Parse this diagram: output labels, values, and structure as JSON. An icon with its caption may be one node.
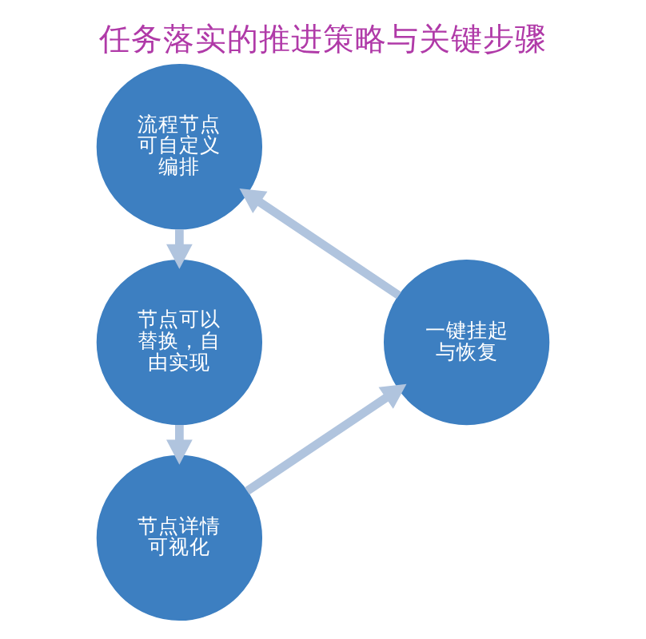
{
  "diagram": {
    "title": "任务落实的推进策略与关键步骤",
    "nodes": [
      {
        "text": [
          "流程节点可自定义编排"
        ]
      },
      {
        "text": [
          "节点可以替换，自由实现"
        ]
      },
      {
        "text": [
          "节点详情可视化"
        ]
      },
      {
        "text": [
          "一键挂起与恢复"
        ]
      }
    ],
    "edges": [
      {
        "from": 0,
        "to": 1,
        "arrow": "to"
      },
      {
        "from": 1,
        "to": 2,
        "arrow": "to"
      },
      {
        "from": 2,
        "to": 3,
        "arrow": "to"
      },
      {
        "from": 3,
        "to": 0,
        "arrow": "to"
      }
    ]
  }
}
